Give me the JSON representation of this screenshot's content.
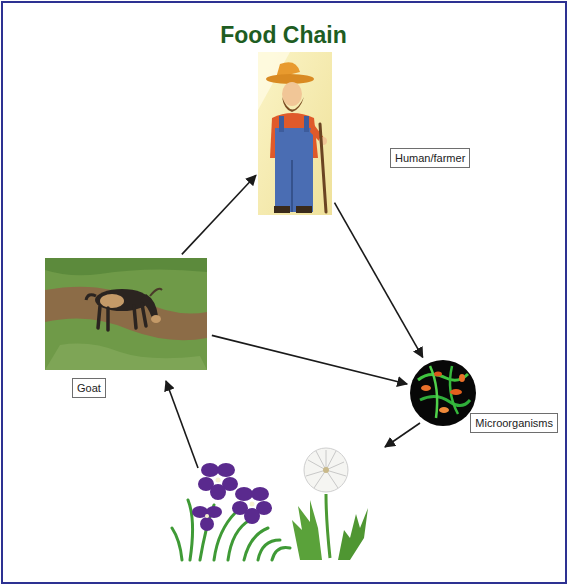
{
  "diagram": {
    "title": "Food Chain",
    "nodes": [
      {
        "text": [
          "Human/farmer"
        ]
      },
      {
        "text": [
          "Goat"
        ]
      },
      {
        "text": [
          "Microorganisms"
        ]
      }
    ],
    "edges": [
      {
        "from": 1,
        "to": 0,
        "arrow": "to"
      },
      {
        "from": 1,
        "to": 2,
        "arrow": "to"
      },
      {
        "from": 0,
        "to": 2,
        "arrow": "to"
      }
    ]
  }
}
